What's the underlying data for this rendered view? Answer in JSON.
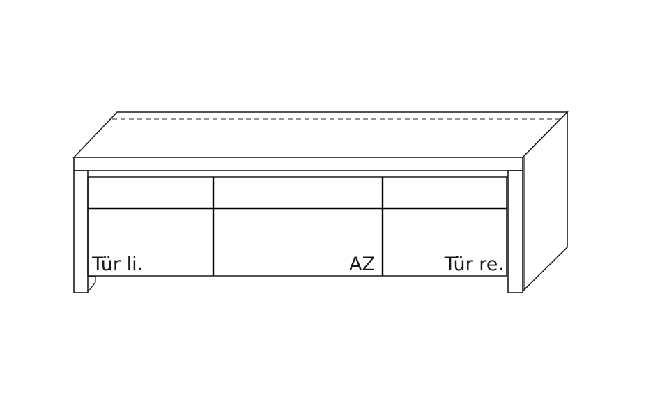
{
  "diagram": {
    "type": "furniture-front-elevation",
    "subject": "lowboard / sideboard with top, two side panels, three top drawers and three lower fronts",
    "colors": {
      "line": "#1a1a1a",
      "dashed_line": "#555555",
      "background": "#ffffff"
    },
    "compartments": [
      {
        "id": "left",
        "label": "Tür li.",
        "meaning": "door left"
      },
      {
        "id": "center",
        "label": "AZ",
        "meaning": "pull-out / flap compartment"
      },
      {
        "id": "right",
        "label": "Tür re.",
        "meaning": "door right"
      }
    ],
    "drawers": [
      {
        "id": "drawer-left"
      },
      {
        "id": "drawer-center"
      },
      {
        "id": "drawer-right"
      }
    ]
  }
}
